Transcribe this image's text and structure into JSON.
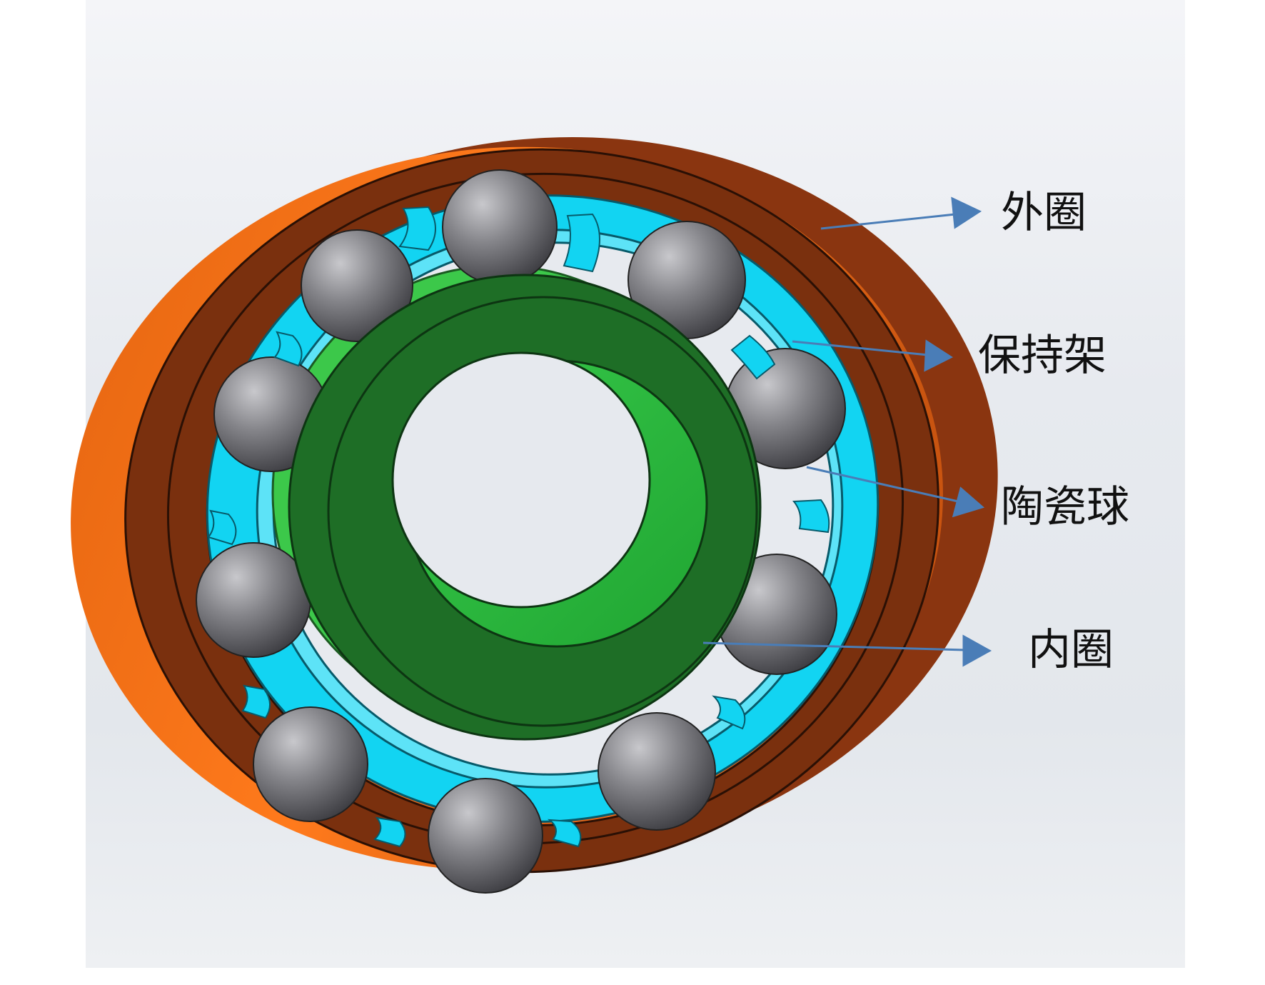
{
  "labels": {
    "outer_ring": "外圈",
    "cage": "保持架",
    "ceramic_ball": "陶瓷球",
    "inner_ring": "内圈"
  },
  "colors": {
    "outer_ring_face": "#7a300e",
    "outer_ring_side": "#e76a14",
    "cage": "#12d4f2",
    "ball": "#6f6f74",
    "inner_ring_face": "#1e6e26",
    "inner_ring_bore": "#2ec63e",
    "arrow": "#4a7db7"
  }
}
